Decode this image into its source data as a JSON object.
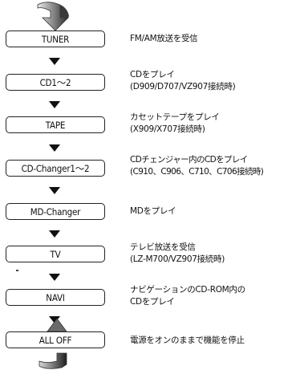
{
  "modes": [
    {
      "label": "TUNER",
      "desc": [
        "FM/AM放送を受信"
      ]
    },
    {
      "label": "CD1〜2",
      "desc": [
        "CDをプレイ",
        "(D909/D707/VZ907接続時)"
      ]
    },
    {
      "label": "TAPE",
      "desc": [
        "カセットテープをプレイ",
        "(X909/X707接続時)"
      ]
    },
    {
      "label": "CD-Changer1〜2",
      "desc": [
        "CDチェンジャー内のCDをプレイ",
        "(C910、C906、C710、C706接続時)"
      ]
    },
    {
      "label": "MD-Changer",
      "desc": [
        "MDをプレイ"
      ]
    },
    {
      "label": "TV",
      "desc": [
        "テレビ放送を受信",
        "(LZ-M700/VZ907接続時)"
      ]
    },
    {
      "label": "NAVI",
      "desc": [
        "ナビゲーションのCD-ROM内の",
        "CDをプレイ"
      ]
    },
    {
      "label": "ALL OFF",
      "desc": [
        "電源をオンのままで機能を停止"
      ]
    }
  ],
  "icons": {
    "flow_arrow": "down-arrow-icon",
    "loop": "loop-arrow-icon"
  }
}
